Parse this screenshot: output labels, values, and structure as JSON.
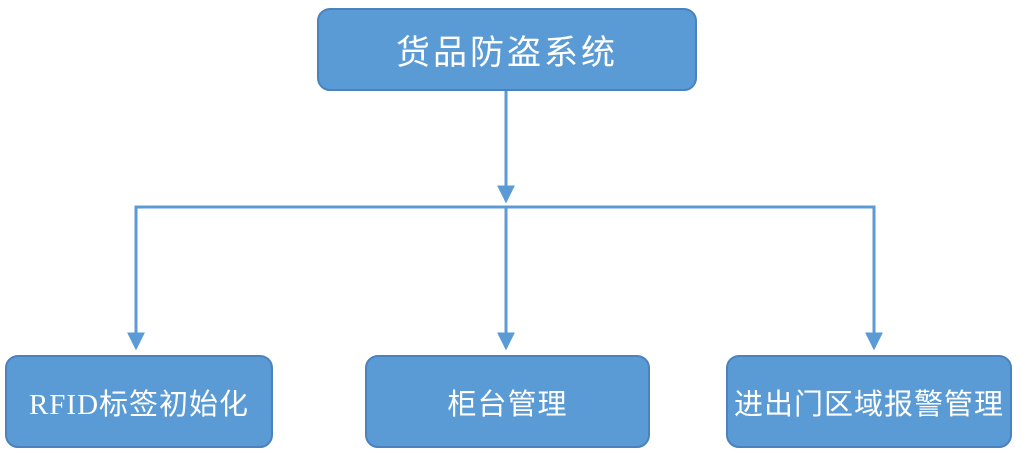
{
  "diagram": {
    "root": {
      "label": "货品防盗系统"
    },
    "children": [
      {
        "label": "RFID标签初始化"
      },
      {
        "label": "柜台管理"
      },
      {
        "label": "进出门区域报警管理"
      }
    ],
    "colors": {
      "node_fill": "#5b9bd5",
      "node_border": "#4a82be",
      "connector": "#5b9bd5",
      "text": "#ffffff",
      "background": "#ffffff"
    }
  }
}
